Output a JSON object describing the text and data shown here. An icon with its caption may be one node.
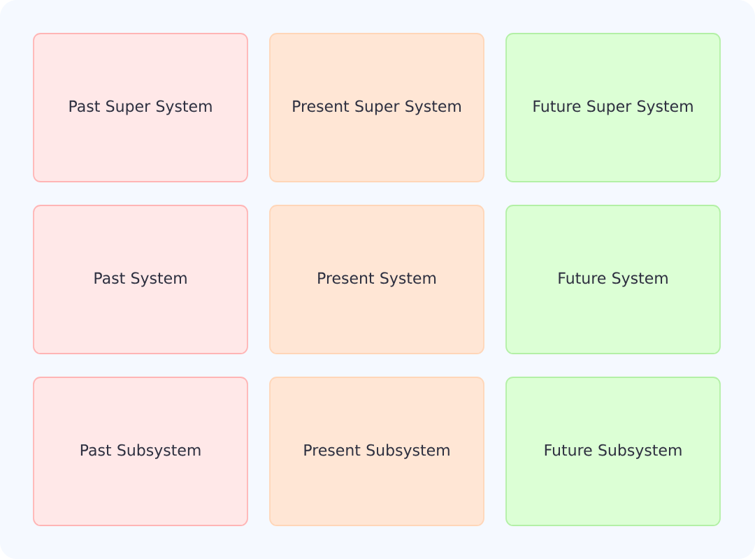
{
  "diagram": {
    "nodes": [
      {
        "text": [
          "Past Super System"
        ]
      },
      {
        "text": [
          "Present Super System"
        ]
      },
      {
        "text": [
          "Future Super System"
        ]
      },
      {
        "text": [
          "Past System"
        ]
      },
      {
        "text": [
          "Present System"
        ]
      },
      {
        "text": [
          "Future System"
        ]
      },
      {
        "text": [
          "Past Subsystem"
        ]
      },
      {
        "text": [
          "Present Subsystem"
        ]
      },
      {
        "text": [
          "Future Subsystem"
        ]
      }
    ]
  }
}
